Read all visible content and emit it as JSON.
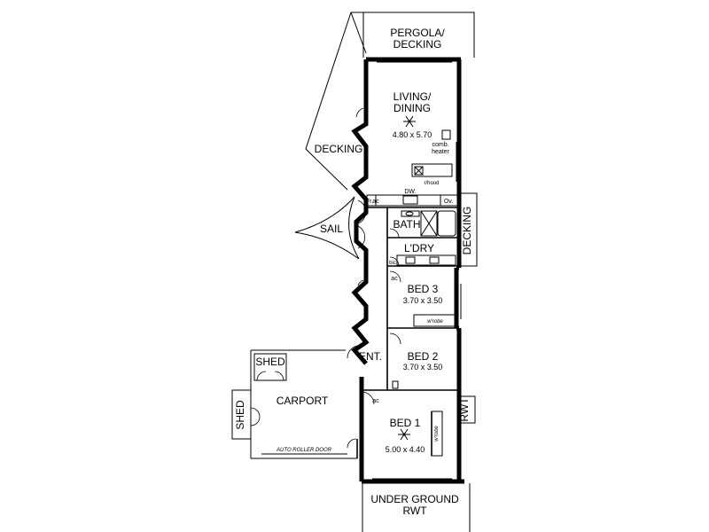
{
  "rooms": {
    "pergola_line1": "PERGOLA/",
    "pergola_line2": "DECKING",
    "living_line1": "LIVING/",
    "living_line2": "DINING",
    "living_dim": "4.80 x 5.70",
    "heater_line1": "comb.",
    "heater_line2": "heater",
    "rhood": "r/hood",
    "decking_left": "DECKING",
    "sail": "SAIL",
    "bath": "BATH",
    "laundry": "L'DRY",
    "decking_right": "DECKING",
    "bed3": "BED 3",
    "bed3_dim": "3.70 x 3.50",
    "bed3_wrobe": "w'robe",
    "entry": "ENT.",
    "bed2": "BED 2",
    "bed2_dim": "3.70 x 3.50",
    "shed_top": "SHED",
    "shed_left": "SHED",
    "carport": "CARPORT",
    "auto_door": "AUTO ROLLER DOOR",
    "bed1": "BED 1",
    "bed1_dim": "5.00 x 4.40",
    "bed1_wrobe": "w'robe",
    "rwt": "RWT",
    "underground_line1": "UNDER GROUND",
    "underground_line2": "RWT"
  },
  "fixtures": {
    "ac": "ac",
    "dw": "DW.",
    "fr": "Fr.",
    "ov": "Ov.",
    "bic": "bic"
  }
}
